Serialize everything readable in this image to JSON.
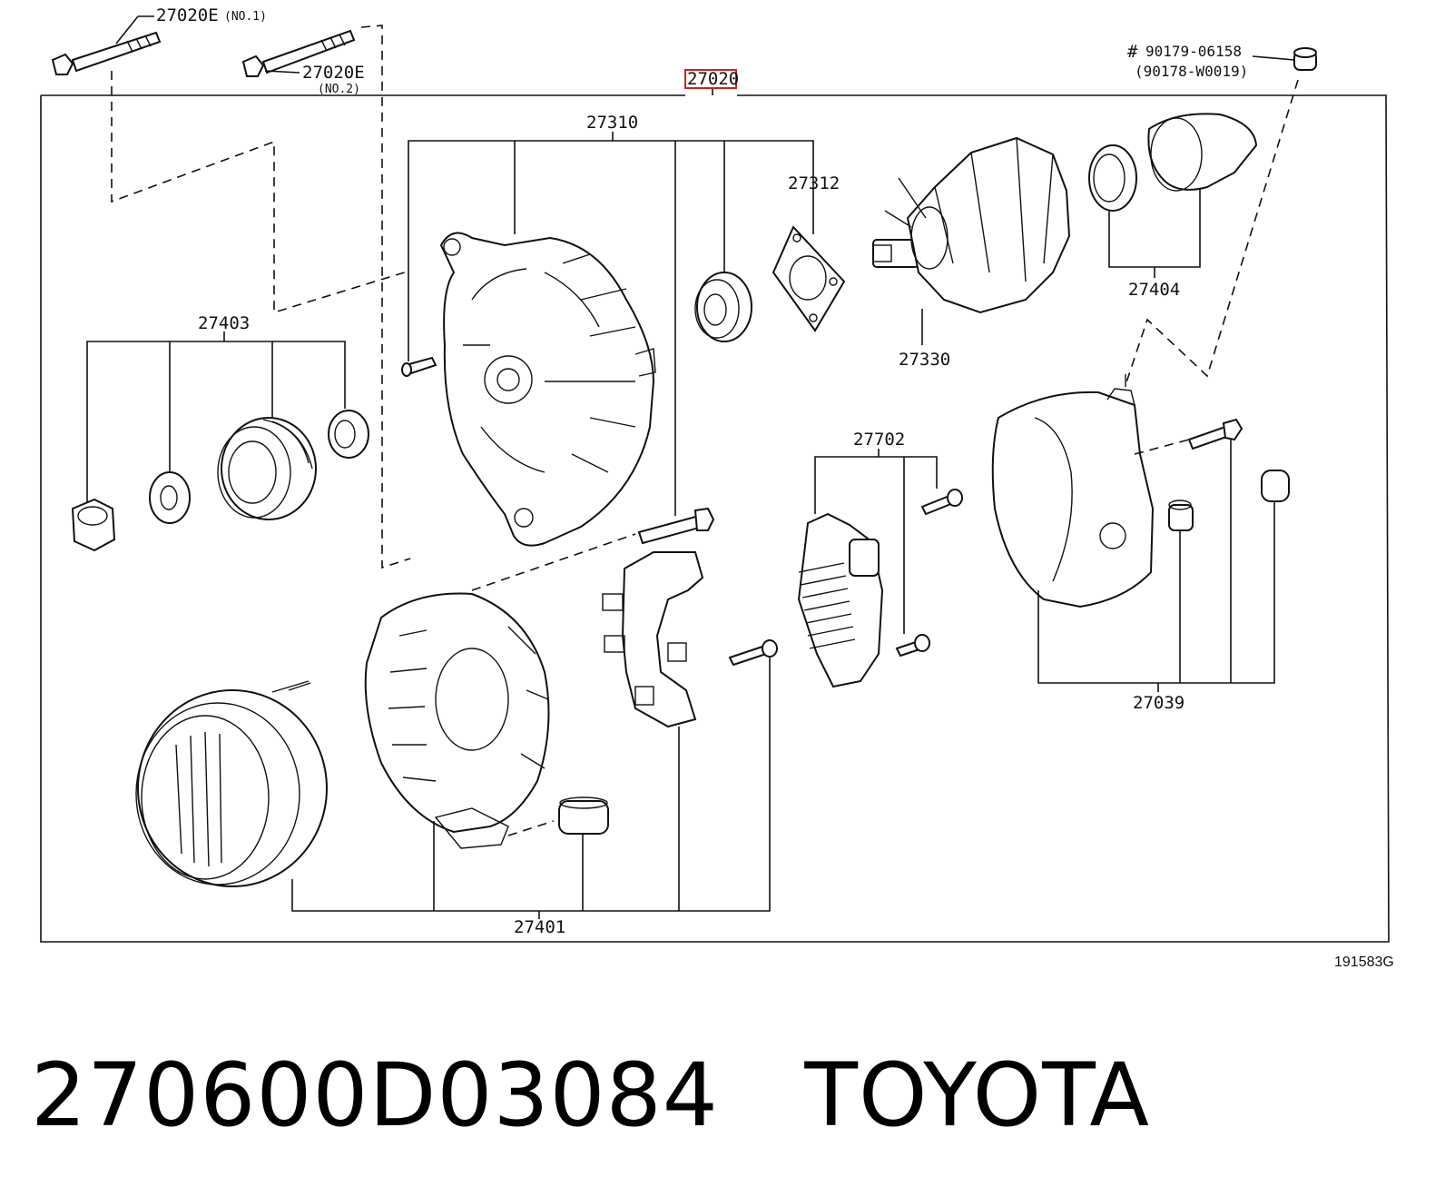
{
  "diagram": {
    "labels": {
      "bolt_no1": "27020E",
      "bolt_no1_note": "(NO.1)",
      "bolt_no2": "27020E",
      "bolt_no2_note": "(NO.2)",
      "main_assembly": "27020",
      "nut_part": "90179-06158",
      "nut_part_prefix": "#",
      "nut_part_alt": "(90178-W0019)",
      "drive_end_frame": "27310",
      "retainer": "27312",
      "rotor": "27330",
      "rear_bearing": "27404",
      "pulley_set": "27403",
      "regulator": "27702",
      "end_cover": "27039",
      "rectifier_end_frame": "27401",
      "drawing_ref": "191583G"
    },
    "colors": {
      "highlight_box": "#d42020",
      "line": "#111111"
    }
  },
  "caption": {
    "text": "270600D03084   TOYOTA"
  }
}
